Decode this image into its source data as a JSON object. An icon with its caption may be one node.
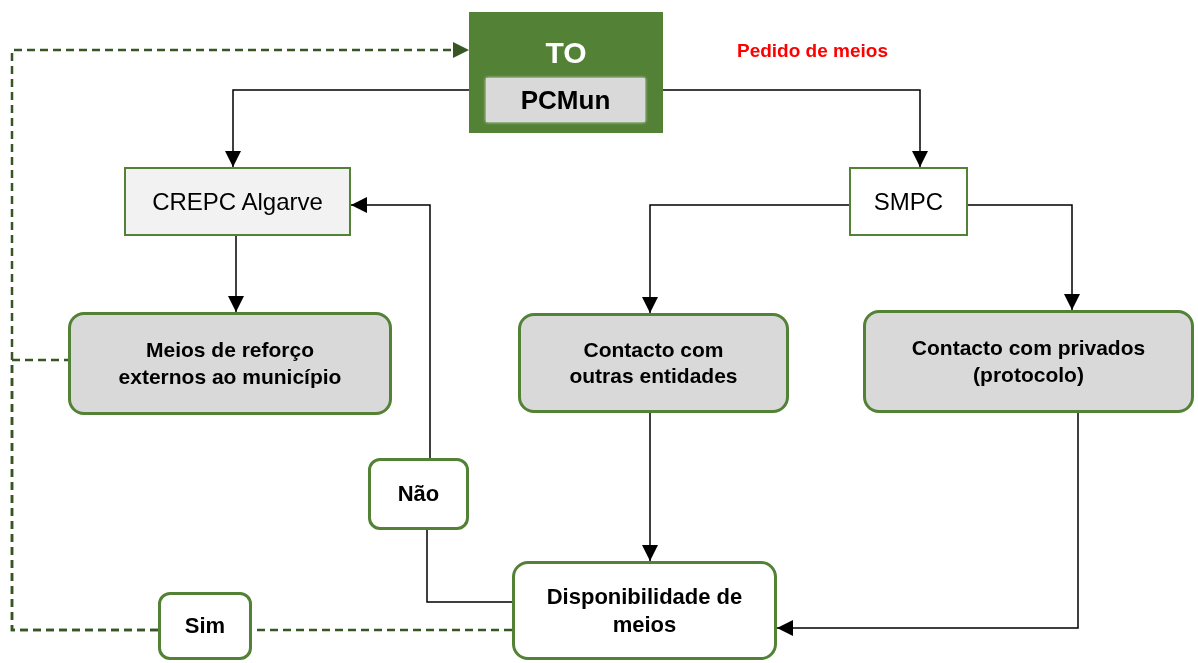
{
  "diagram": {
    "nodes": [
      {
        "text": [
          "TO"
        ]
      },
      {
        "text": [
          "PCMun"
        ],
        "in": 0
      },
      {
        "text": [
          "CREPC Algarve"
        ]
      },
      {
        "text": [
          "SMPC"
        ]
      },
      {
        "text": [
          "Meios de reforço externos ao município"
        ]
      },
      {
        "text": [
          "Contacto com outras entidades"
        ]
      },
      {
        "text": [
          "Contacto com privados (protocolo)"
        ]
      },
      {
        "text": [
          "Não"
        ]
      },
      {
        "text": [
          "Disponibilidade de meios"
        ]
      },
      {
        "text": [
          "Sim"
        ]
      }
    ],
    "edges": [
      {
        "from": 0,
        "to": 2,
        "arrow": "to"
      },
      {
        "from": 0,
        "to": 3,
        "arrow": "to"
      },
      {
        "from": 2,
        "to": 4,
        "arrow": "to"
      },
      {
        "from": 3,
        "to": 5,
        "arrow": "to"
      },
      {
        "from": 3,
        "to": 6,
        "arrow": "to"
      },
      {
        "from": 5,
        "to": 8,
        "arrow": "to"
      },
      {
        "from": 6,
        "to": 8,
        "arrow": "to"
      },
      {
        "from": 8,
        "to": 7,
        "arrow": "none"
      },
      {
        "from": 7,
        "to": 2,
        "arrow": "to"
      },
      {
        "from": 8,
        "to": 9,
        "arrow": "none",
        "style": "dashed",
        "color": "#375623"
      },
      {
        "from": 9,
        "to": 0,
        "arrow": "to",
        "style": "dashed",
        "color": "#375623"
      },
      {
        "from": 9,
        "to": 4,
        "arrow": "none",
        "style": "dashed",
        "color": "#375623"
      }
    ],
    "labels": [
      "Pedido de meios"
    ]
  }
}
